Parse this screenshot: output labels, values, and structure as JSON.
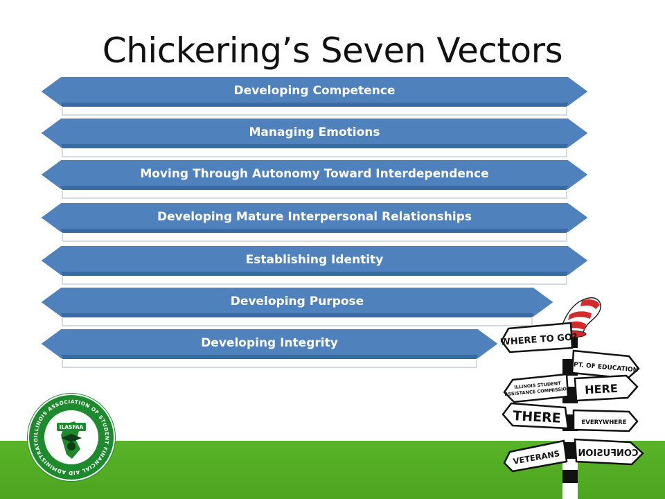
{
  "slide": {
    "title": "Chickering’s Seven Vectors",
    "vectors": [
      "Developing Competence",
      "Managing Emotions",
      "Moving Through Autonomy Toward Interdependence",
      "Developing Mature Interpersonal Relationships",
      "Establishing Identity",
      "Developing Purpose",
      "Developing Integrity"
    ],
    "colors": {
      "ribbon_blue": "#4f81bd",
      "ribbon_edge": "#3a6aa3",
      "ground_green": "#52ab22",
      "logo_green": "#1e8a2e"
    }
  },
  "logo": {
    "ring_text": "ILLINOIS ASSOCIATION OF STUDENT FINANCIAL AID ADMINISTRATORS",
    "acronym": "ILASFAA"
  },
  "signpost": {
    "signs": [
      "WHERE TO GO?",
      "DEPT. OF EDUCATION",
      "ILLINOIS STUDENT",
      "ASSISTANCE COMMISSION",
      "HERE",
      "THERE",
      "EVERYWHERE",
      "VETERANS",
      "CONFUSION"
    ]
  }
}
